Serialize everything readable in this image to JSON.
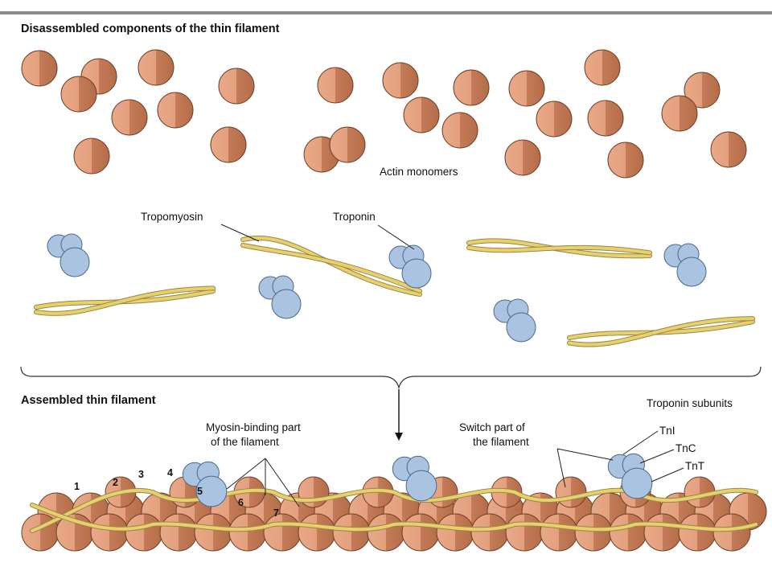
{
  "headings": {
    "disassembled": "Disassembled components of the thin filament",
    "assembled": "Assembled thin filament"
  },
  "labels": {
    "actin_monomers": "Actin monomers",
    "tropomyosin": "Tropomyosin",
    "troponin": "Troponin",
    "myosin_binding_line1": "Myosin-binding part",
    "myosin_binding_line2": "of the filament",
    "switch_line1": "Switch part of",
    "switch_line2": "the filament",
    "troponin_subunits": "Troponin subunits",
    "tni": "TnI",
    "tnc": "TnC",
    "tnt": "TnT"
  },
  "actin_numbers": [
    "1",
    "2",
    "3",
    "4",
    "5",
    "6",
    "7"
  ],
  "colors": {
    "actin_light": "#e8a887",
    "actin_dark": "#b96f4c",
    "troponin": "#a9c3e0",
    "tropomyosin": "#e6d070",
    "top_rule": "#8a8a8a"
  }
}
